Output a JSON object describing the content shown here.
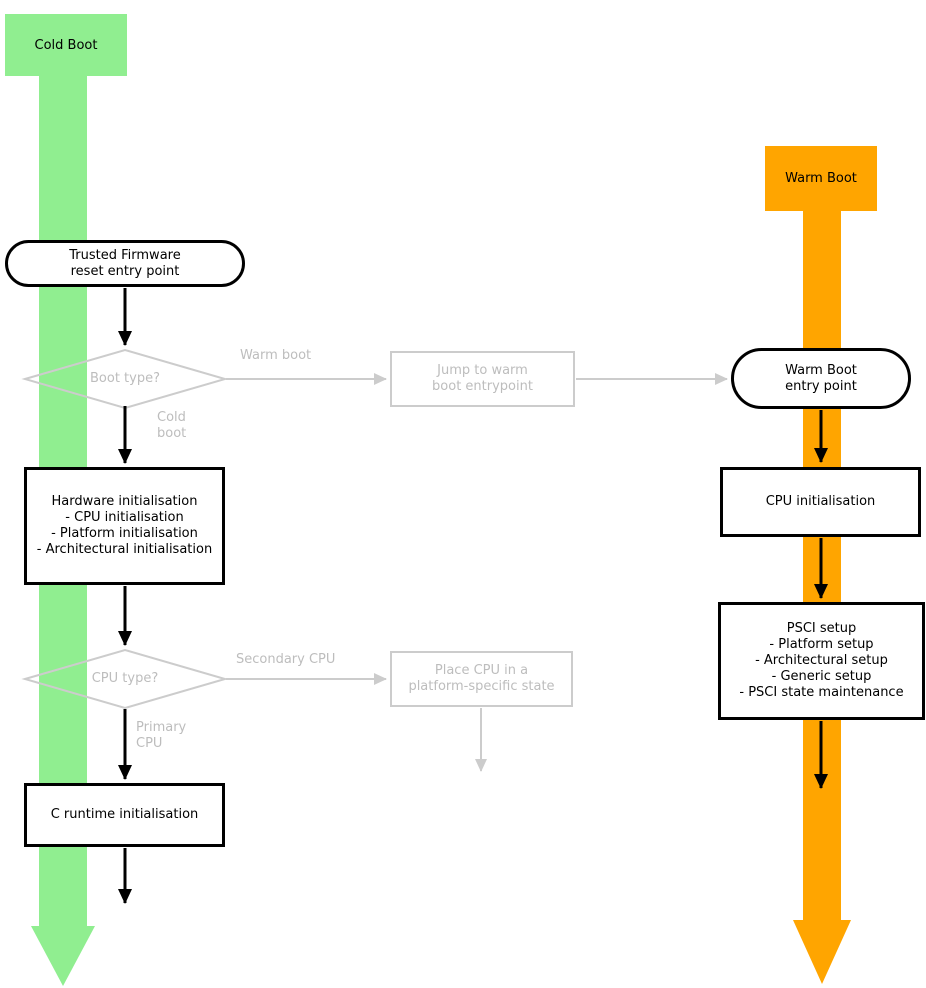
{
  "colors": {
    "cold_green": "#90EE90",
    "warm_orange": "#FFA500",
    "gray_line": "#cccccc",
    "gray_text": "#bdbdbd",
    "black": "#000000"
  },
  "bands": {
    "cold": {
      "label": "Cold Boot"
    },
    "warm": {
      "label": "Warm Boot"
    }
  },
  "nodes": {
    "reset_entry": {
      "label": "Trusted Firmware\nreset entry point"
    },
    "boot_type": {
      "label": "Boot type?"
    },
    "jump_warm": {
      "label": "Jump to warm\nboot entrypoint"
    },
    "warm_entry": {
      "label": "Warm Boot\nentry point"
    },
    "hardware_init": {
      "label": "Hardware initialisation\n- CPU initialisation\n- Platform initialisation\n- Architectural initialisation"
    },
    "cpu_type": {
      "label": "CPU type?"
    },
    "place_cpu": {
      "label": "Place CPU in a\nplatform-specific state"
    },
    "c_runtime": {
      "label": "C runtime initialisation"
    },
    "cpu_init": {
      "label": "CPU initialisation"
    },
    "psci_setup": {
      "label": "PSCI setup\n- Platform setup\n- Architectural setup\n- Generic setup\n- PSCI state maintenance"
    }
  },
  "edge_labels": {
    "warm_boot": "Warm boot",
    "cold_boot": "Cold\nboot",
    "secondary_cpu": "Secondary CPU",
    "primary_cpu": "Primary\nCPU"
  }
}
